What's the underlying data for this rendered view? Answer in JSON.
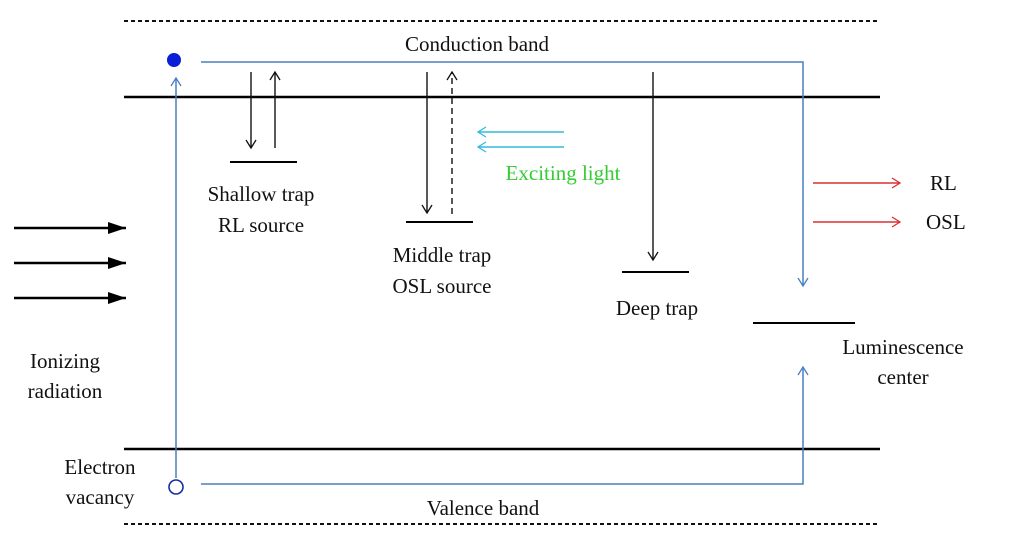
{
  "labels": {
    "conduction_band": "Conduction band",
    "valence_band": "Valence band",
    "shallow_trap_line1": "Shallow trap",
    "shallow_trap_line2": "RL source",
    "middle_trap_line1": "Middle trap",
    "middle_trap_line2": "OSL source",
    "deep_trap": "Deep trap",
    "exciting_light": "Exciting light",
    "rl": "RL",
    "osl": "OSL",
    "luminescence_line1": "Luminescence",
    "luminescence_line2": "center",
    "ionizing_line1": "Ionizing",
    "ionizing_line2": "radiation",
    "vacancy_line1": "Electron",
    "vacancy_line2": "vacancy"
  },
  "colors": {
    "band_line": "#000000",
    "electron_path": "#4a7fc1",
    "electron": "#0a1fd8",
    "exciting_light": "#33cc33",
    "exciting_arrow": "#33bbdd",
    "emission_arrow": "#d93030"
  }
}
